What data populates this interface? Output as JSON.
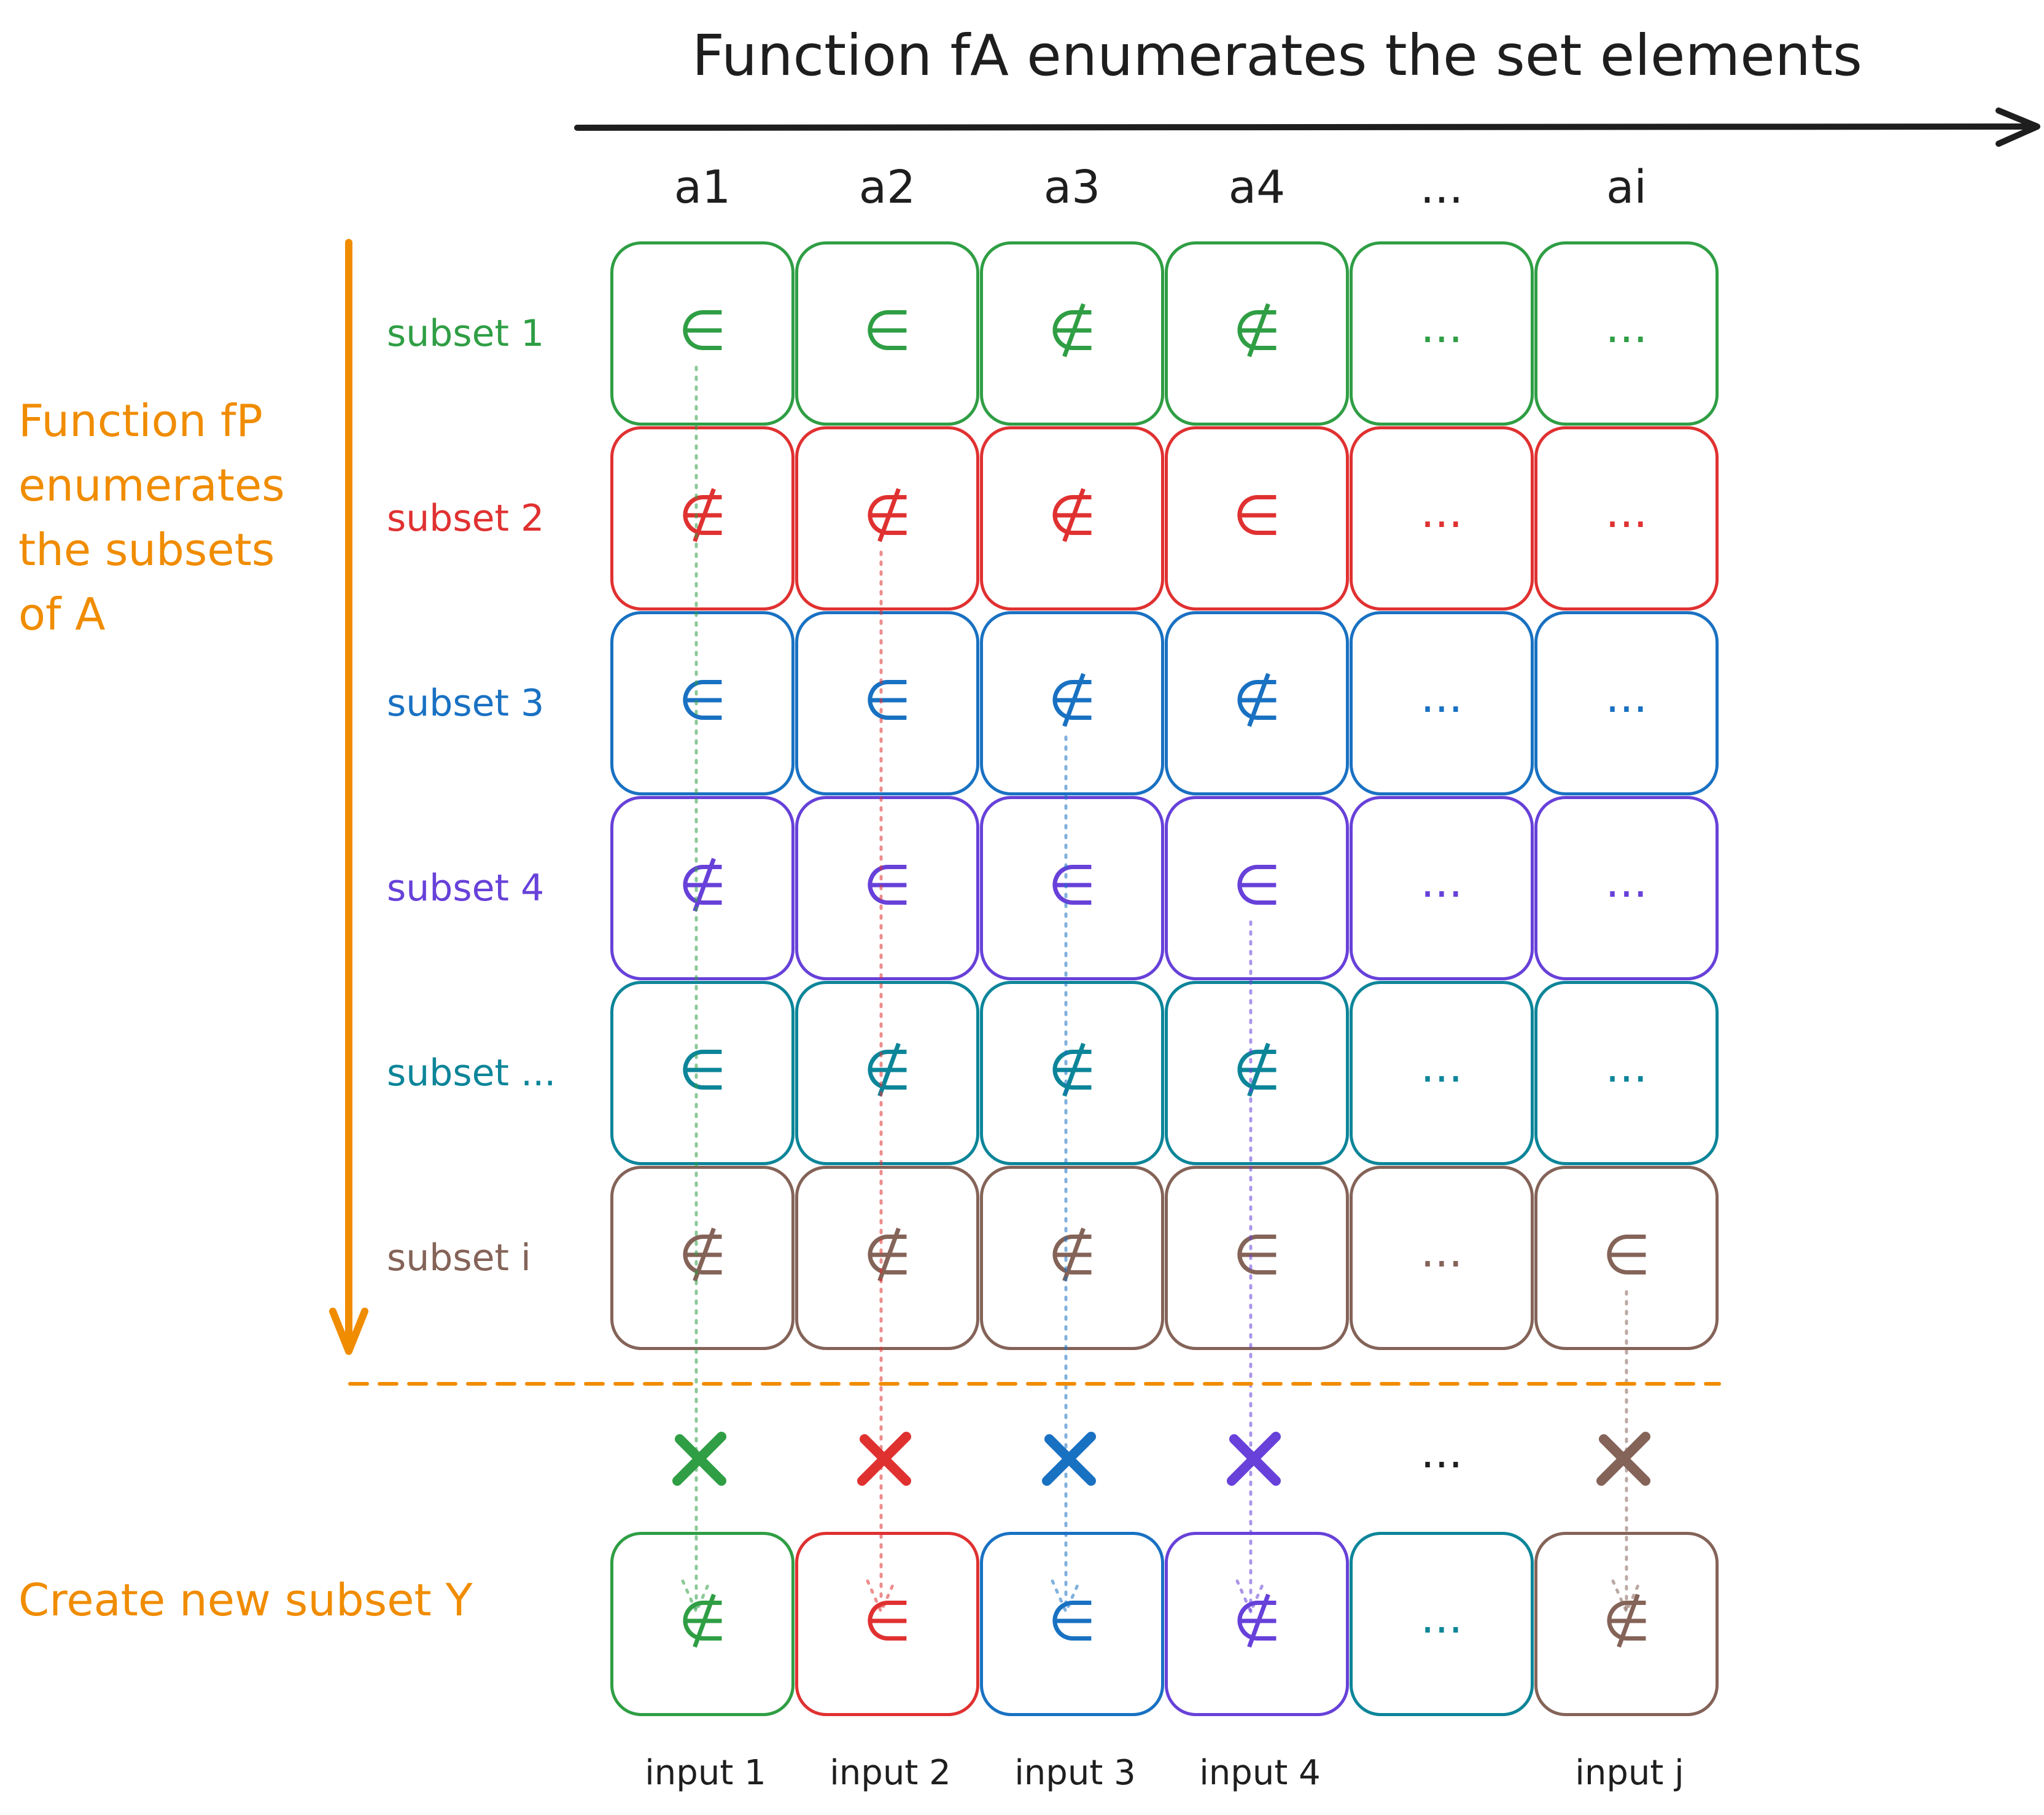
{
  "title": "Function fA enumerates the set elements",
  "side_label": [
    "Function fP",
    "enumerates",
    "the subsets",
    "of A"
  ],
  "columns": [
    "a1",
    "a2",
    "a3",
    "a4",
    "...",
    "ai"
  ],
  "colors": {
    "orange": "#f08c00",
    "black": "#1e1e1e",
    "green": "#2f9e44",
    "red": "#e03131",
    "blue": "#1971c2",
    "violet": "#6741d9",
    "teal": "#0c8599",
    "brown": "#846358"
  },
  "rows": [
    {
      "label": "subset 1",
      "color": "#2f9e44",
      "cells": [
        "∈",
        "∈",
        "∉",
        "∉",
        "...",
        "..."
      ]
    },
    {
      "label": "subset 2",
      "color": "#e03131",
      "cells": [
        "∉",
        "∉",
        "∉",
        "∈",
        "...",
        "..."
      ]
    },
    {
      "label": "subset 3",
      "color": "#1971c2",
      "cells": [
        "∈",
        "∈",
        "∉",
        "∉",
        "...",
        "..."
      ]
    },
    {
      "label": "subset 4",
      "color": "#6741d9",
      "cells": [
        "∉",
        "∈",
        "∈",
        "∈",
        "...",
        "..."
      ]
    },
    {
      "label": "subset ...",
      "color": "#0c8599",
      "cells": [
        "∈",
        "∉",
        "∉",
        "∉",
        "...",
        "..."
      ]
    },
    {
      "label": "subset i",
      "color": "#846358",
      "cells": [
        "∉",
        "∉",
        "∉",
        "∈",
        "...",
        "∈"
      ]
    }
  ],
  "diagonal_marks": [
    {
      "symbol": "×",
      "color": "#2f9e44"
    },
    {
      "symbol": "×",
      "color": "#e03131"
    },
    {
      "symbol": "×",
      "color": "#1971c2"
    },
    {
      "symbol": "×",
      "color": "#6741d9"
    },
    {
      "symbol": "...",
      "color": "#1e1e1e"
    },
    {
      "symbol": "×",
      "color": "#846358"
    }
  ],
  "new_subset_label": "Create new subset Y",
  "new_subset": [
    {
      "symbol": "∉",
      "color": "#2f9e44"
    },
    {
      "symbol": "∈",
      "color": "#e03131"
    },
    {
      "symbol": "∈",
      "color": "#1971c2"
    },
    {
      "symbol": "∉",
      "color": "#6741d9"
    },
    {
      "symbol": "...",
      "color": "#0c8599"
    },
    {
      "symbol": "∉",
      "color": "#846358"
    }
  ],
  "inputs": [
    "input 1",
    "input 2",
    "input 3",
    "input 4",
    "",
    "input j"
  ]
}
